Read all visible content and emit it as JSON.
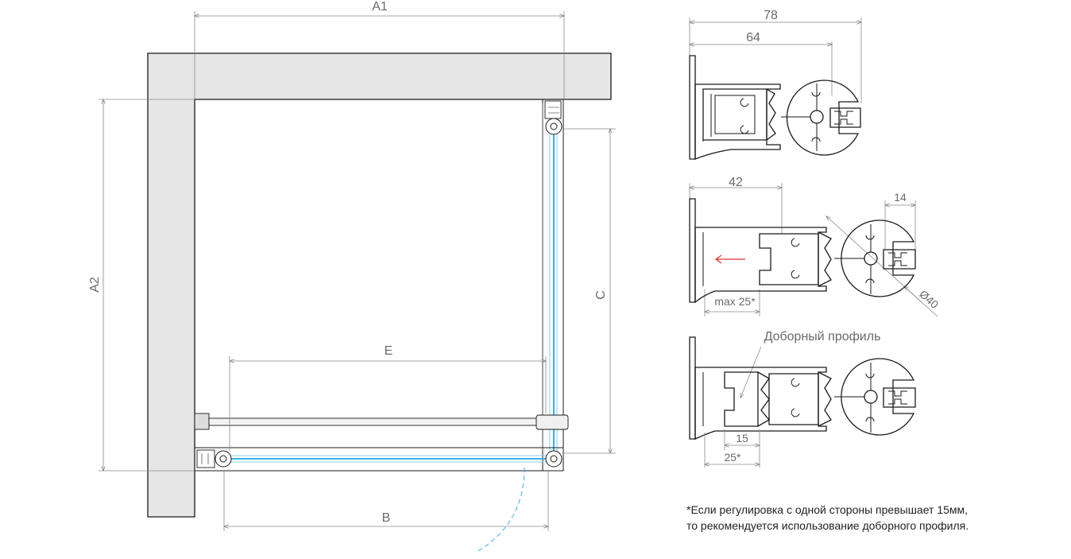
{
  "plan": {
    "dim_a1": "A1",
    "dim_a2": "A2",
    "dim_b": "B",
    "dim_c": "C",
    "dim_e": "E"
  },
  "profile_top": {
    "dim_total": "78",
    "dim_inner": "64"
  },
  "profile_middle": {
    "dim_width": "42",
    "dim_side": "14",
    "dim_max": "max 25*",
    "dim_diameter": "Ø40"
  },
  "profile_bottom": {
    "callout": "Доборный профиль",
    "dim_small": "15",
    "dim_large": "25*"
  },
  "footnote": {
    "line1": "*Если регулировка с одной стороны превышает 15мм,",
    "line2": "то рекомендуется использование доборного профиля."
  },
  "colors": {
    "wall_fill": "#e6e6e6",
    "glass": "#3ab0e6",
    "arrow": "#e23030",
    "dimension": "#8a8a8a"
  }
}
